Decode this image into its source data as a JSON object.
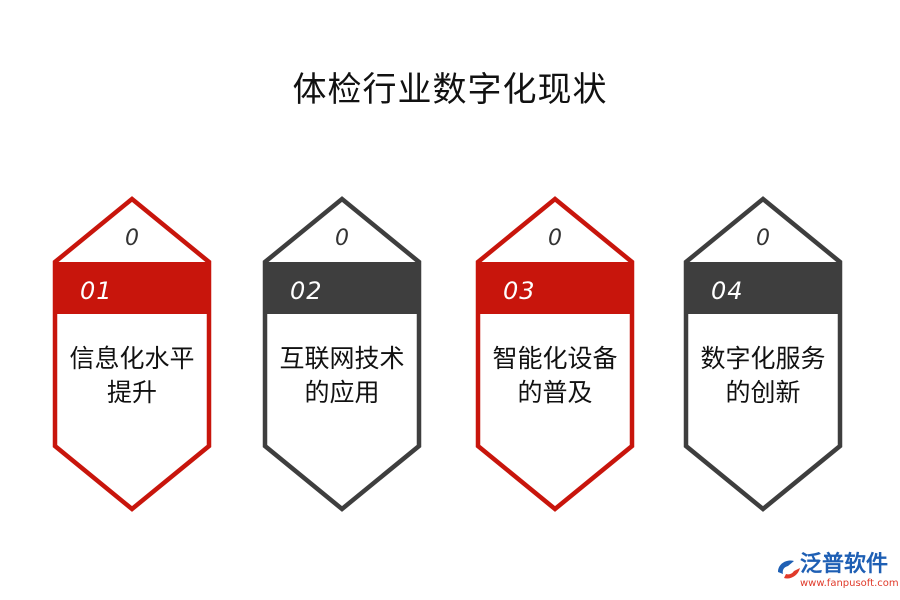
{
  "title": "体检行业数字化现状",
  "colors": {
    "red": "#c8150c",
    "dark": "#3e3e3e",
    "logo_blue": "#1e5fb4",
    "logo_red": "#e03a2a"
  },
  "cards": [
    {
      "tag": "0",
      "number": "01",
      "line1": "信息化水平",
      "line2": "提升",
      "color": "red"
    },
    {
      "tag": "0",
      "number": "02",
      "line1": "互联网技术",
      "line2": "的应用",
      "color": "dark"
    },
    {
      "tag": "0",
      "number": "03",
      "line1": "智能化设备",
      "line2": "的普及",
      "color": "red"
    },
    {
      "tag": "0",
      "number": "04",
      "line1": "数字化服务",
      "line2": "的创新",
      "color": "dark"
    }
  ],
  "logo": {
    "name": "泛普软件",
    "url": "www.fanpusoft.com"
  }
}
